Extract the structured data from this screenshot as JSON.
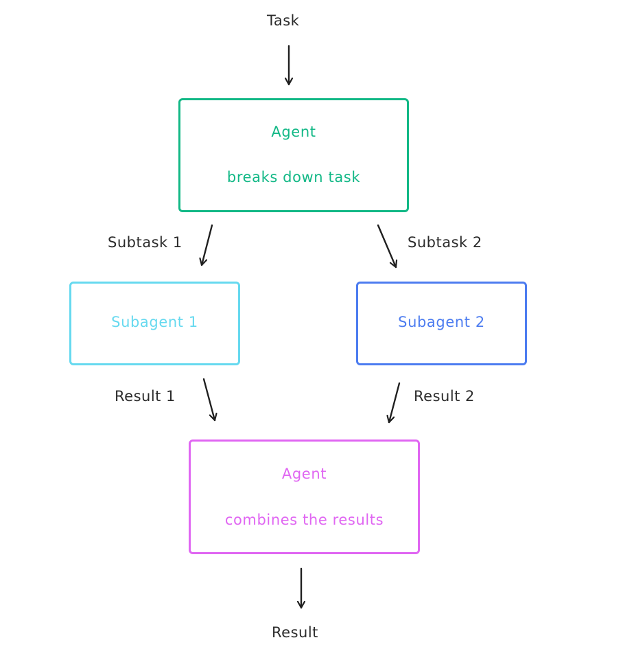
{
  "colors": {
    "arrow": "#1f1f1f",
    "text": "#2b2b2b",
    "planner": "#12b886",
    "subagent_1": "#66d9ef",
    "subagent_2": "#4c7cf0",
    "combiner": "#e066f2"
  },
  "labels": {
    "task": "Task",
    "subtask_1": "Subtask 1",
    "subtask_2": "Subtask 2",
    "result_1": "Result 1",
    "result_2": "Result 2",
    "result": "Result"
  },
  "nodes": {
    "planner": {
      "title": "Agent",
      "subtitle": "breaks down task"
    },
    "subagent_1": {
      "title": "Subagent 1"
    },
    "subagent_2": {
      "title": "Subagent 2"
    },
    "combiner": {
      "title": "Agent",
      "subtitle": "combines the results"
    }
  }
}
